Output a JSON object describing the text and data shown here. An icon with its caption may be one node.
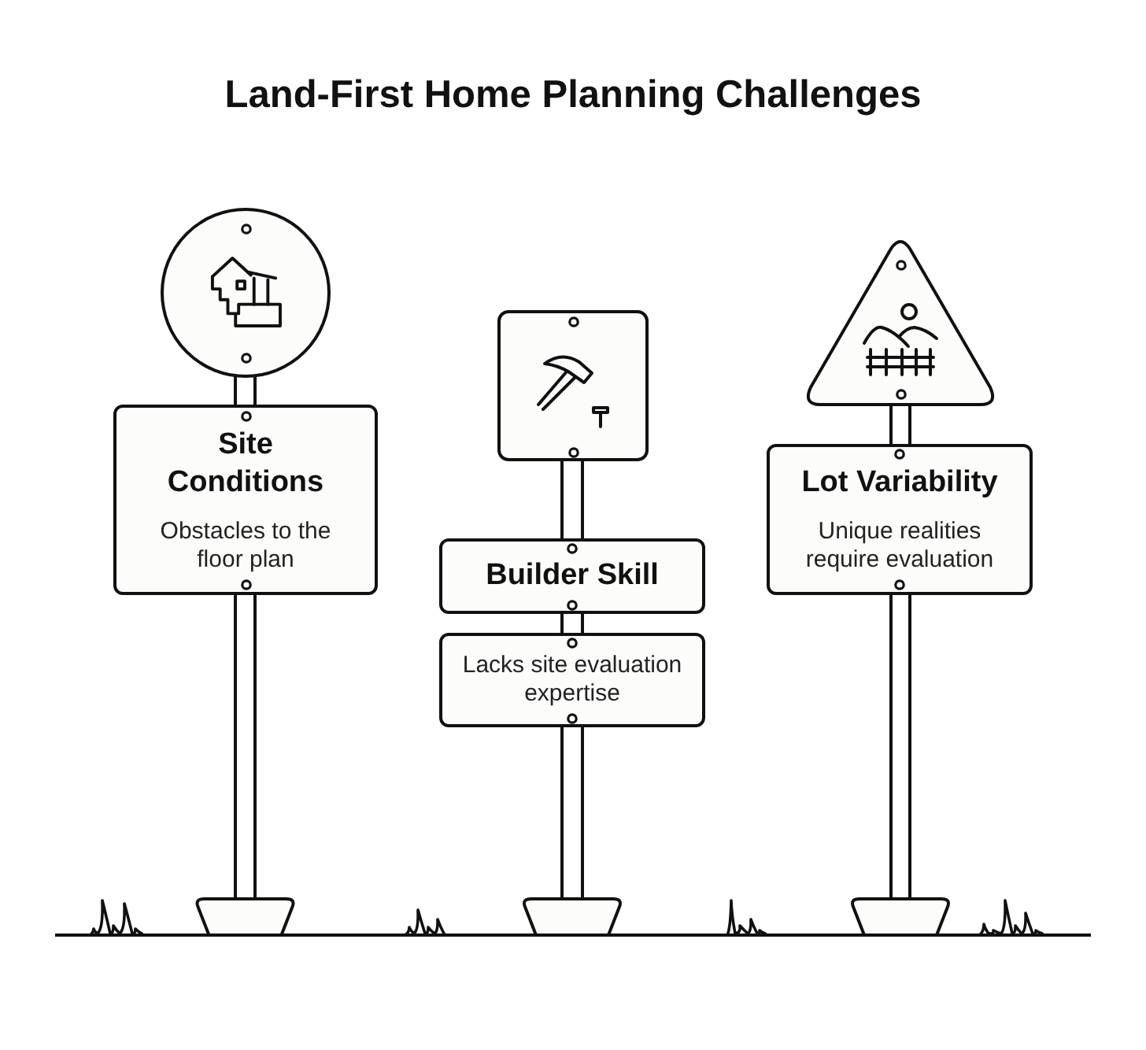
{
  "diagram": {
    "title": "Land-First Home Planning Challenges",
    "nodes": [
      {
        "text": [],
        "shape": "circle"
      },
      {
        "text": [
          "Site Conditions",
          "Obstacles to the floor plan"
        ]
      },
      {
        "text": [],
        "shape": "box"
      },
      {
        "text": [
          "Builder Skill"
        ]
      },
      {
        "text": [
          "Lacks site evaluation expertise"
        ]
      },
      {
        "text": [],
        "shape": "triangle"
      },
      {
        "text": [
          "Lot Variability",
          "Unique realities require evaluation"
        ]
      }
    ]
  }
}
